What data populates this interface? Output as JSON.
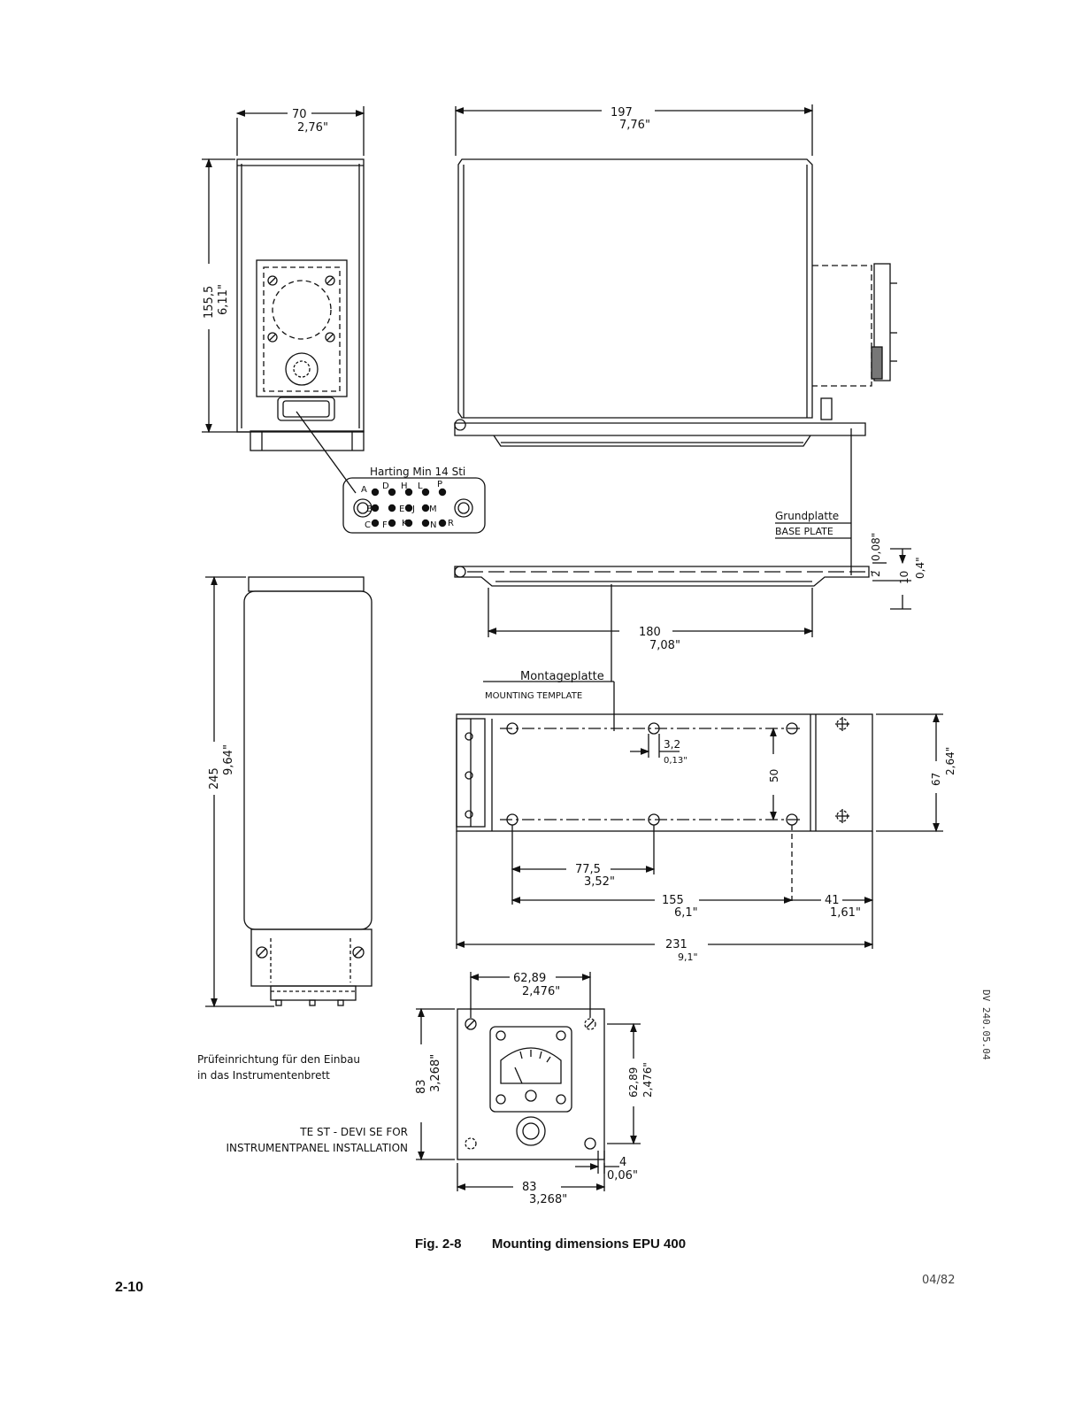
{
  "figure": {
    "number": "Fig. 2-8",
    "title": "Mounting dimensions EPU 400"
  },
  "page": {
    "number": "2-10",
    "date": "04/82",
    "side_reference": "DV 240.05.04"
  },
  "front_view": {
    "width_mm": "70",
    "width_in": "2,76\"",
    "height_mm": "155,5",
    "height_in": "6,11\""
  },
  "side_view": {
    "width_mm": "197",
    "width_in": "7,76\""
  },
  "connector": {
    "label": "Harting Min 14 Sti",
    "pins": [
      "A",
      "D",
      "H",
      "L",
      "P",
      "B",
      "E",
      "J",
      "M",
      "C",
      "F",
      "K",
      "N",
      "R"
    ]
  },
  "base_plate": {
    "label_de": "Grundplatte",
    "label_en": "BASE PLATE",
    "thickness_mm": "2",
    "thickness_in": "0,08\"",
    "height_mm": "10",
    "height_in": "0,4\"",
    "span_mm": "180",
    "span_in": "7,08\""
  },
  "mounting_template": {
    "label_de": "Montageplatte",
    "label_en": "MOUNTING TEMPLATE",
    "hole_mm": "3,2",
    "hole_in": "0,13\"",
    "hole_pitch_mm": "50",
    "height_mm": "67",
    "height_in": "2,64\"",
    "dim_a_mm": "77,5",
    "dim_a_in": "3,52\"",
    "dim_b_mm": "155",
    "dim_b_in": "6,1\"",
    "dim_c_mm": "41",
    "dim_c_in": "1,61\"",
    "total_mm": "231",
    "total_in": "9,1\""
  },
  "top_view": {
    "length_mm": "245",
    "length_in": "9,64\""
  },
  "test_device": {
    "note_de_line1": "Prüfeinrichtung für den Einbau",
    "note_de_line2": "in das Instrumentenbrett",
    "note_en_line1": "TE ST - DEVI SE  FOR",
    "note_en_line2": "INSTRUMENTPANEL  INSTALLATION",
    "hole_spacing_mm": "62,89",
    "hole_spacing_in": "2,476\"",
    "size_mm": "83",
    "size_in": "3,268\"",
    "offset_mm": "4",
    "offset_in": "0,06\""
  }
}
